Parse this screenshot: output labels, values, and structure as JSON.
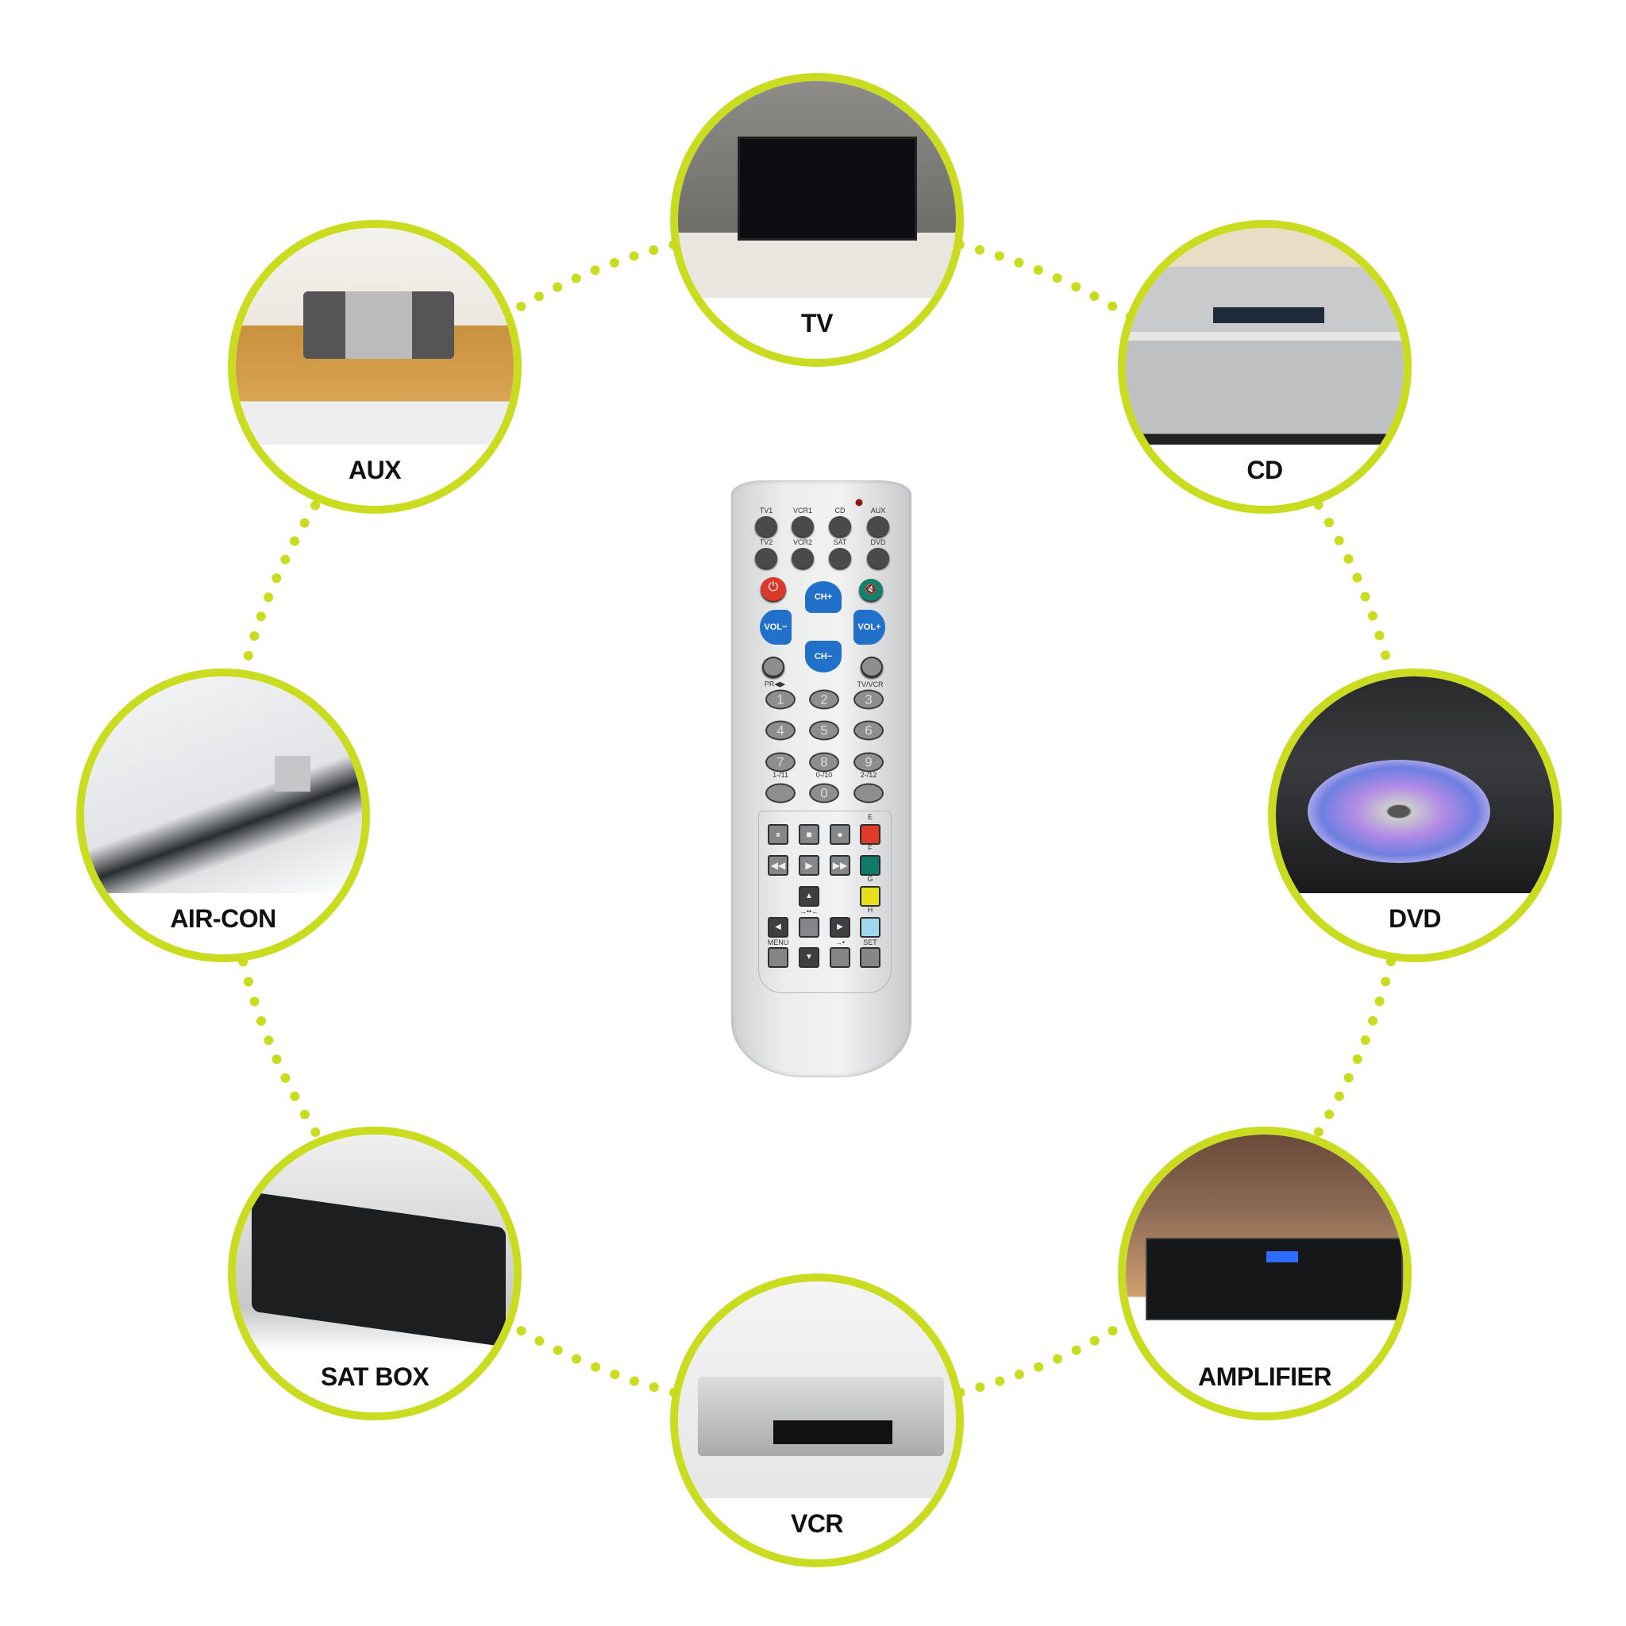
{
  "accent_color": "#c9dc1f",
  "devices": [
    {
      "key": "tv",
      "label": "TV"
    },
    {
      "key": "aux",
      "label": "AUX"
    },
    {
      "key": "cd",
      "label": "CD"
    },
    {
      "key": "aircon",
      "label": "AIR-CON"
    },
    {
      "key": "dvd",
      "label": "DVD"
    },
    {
      "key": "satbox",
      "label": "SAT BOX"
    },
    {
      "key": "amplifier",
      "label": "AMPLIFIER"
    },
    {
      "key": "vcr",
      "label": "VCR"
    }
  ],
  "remote": {
    "source_buttons": [
      "TV1",
      "VCR1",
      "CD",
      "AUX",
      "TV2",
      "VCR2",
      "SAT",
      "DVD"
    ],
    "nav": {
      "ch_up": "CH+",
      "ch_down": "CH−",
      "vol_down": "VOL−",
      "vol_up": "VOL+"
    },
    "pr_label": "PR◀▶",
    "tvvcr_label": "TV/VCR",
    "numbers": [
      "1",
      "2",
      "3",
      "4",
      "5",
      "6",
      "7",
      "8",
      "9",
      "",
      "0",
      ""
    ],
    "number_sublabels": [
      "1-/11",
      "0-/10",
      "2-/12"
    ],
    "color_labels": [
      "E",
      "F",
      "G",
      "H"
    ],
    "colors": [
      "#e03a2a",
      "#117a68",
      "#e6e01c",
      "#9fd8ec"
    ],
    "transport_icons": [
      "⏸",
      "■",
      "●",
      "◀◀",
      "▶",
      "▶▶"
    ],
    "menu_label": "MENU",
    "set_label": "SET",
    "skip_label": "→••←",
    "skip2_label": "→•"
  }
}
